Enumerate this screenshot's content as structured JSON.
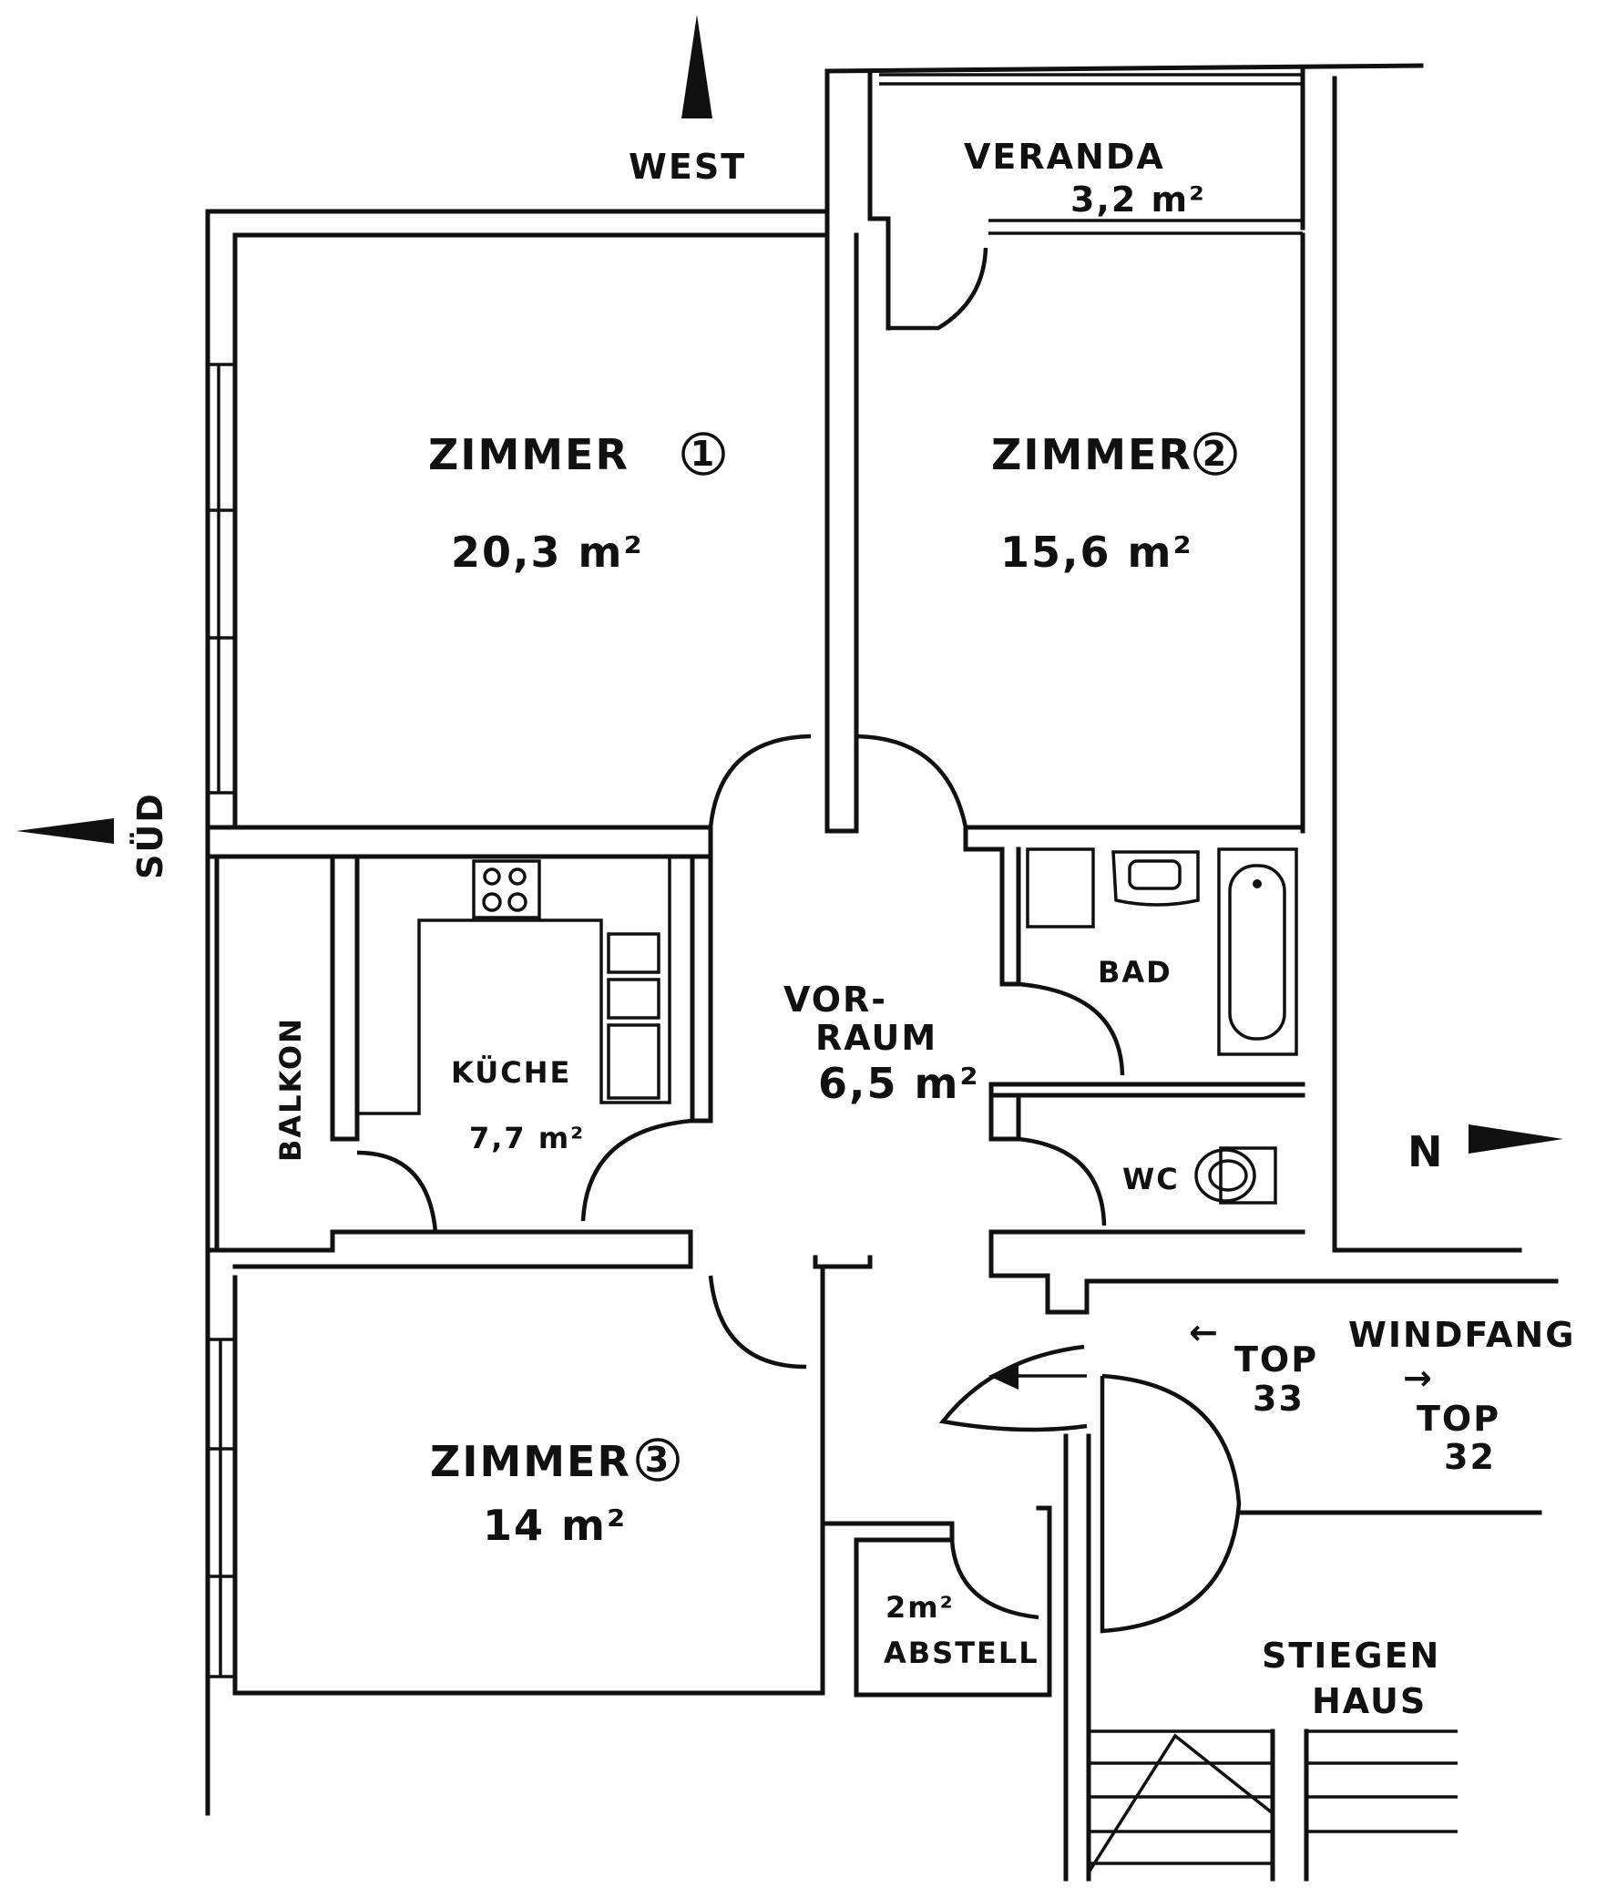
{
  "compass": {
    "west": "WEST",
    "sued": "SÜD",
    "nord": "N"
  },
  "rooms": {
    "veranda": {
      "name": "VERANDA",
      "area": "3,2 m²"
    },
    "zimmer1": {
      "name": "ZIMMER",
      "number": "1",
      "area": "20,3 m²"
    },
    "zimmer2": {
      "name": "ZIMMER",
      "number": "2",
      "area": "15,6 m²"
    },
    "zimmer3": {
      "name": "ZIMMER",
      "number": "3",
      "area": "14 m²"
    },
    "vorraum": {
      "name_line1": "VOR-",
      "name_line2": "RAUM",
      "area": "6,5 m²"
    },
    "kueche": {
      "name": "KÜCHE",
      "area": "7,7 m²"
    },
    "balkon": {
      "name": "BALKON"
    },
    "bad": {
      "name": "BAD"
    },
    "wc": {
      "name": "WC"
    },
    "abstell": {
      "area": "2m²",
      "name": "ABSTELL"
    },
    "windfang": {
      "name": "WINDFANG"
    },
    "top33": {
      "arrow": "←",
      "line1": "TOP",
      "line2": "33"
    },
    "top32": {
      "arrow": "→",
      "line1": "TOP",
      "line2": "32"
    },
    "stiegenhaus": {
      "line1": "STIEGEN",
      "line2": "HAUS"
    }
  }
}
